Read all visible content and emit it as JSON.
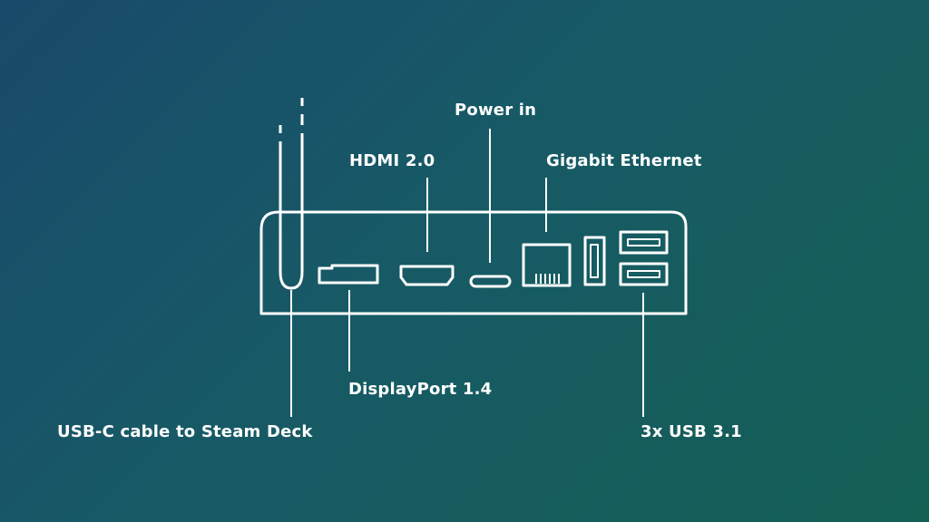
{
  "diagram": {
    "labels": {
      "usb_c_cable": "USB-C cable to Steam Deck",
      "hdmi": "HDMI 2.0",
      "power_in": "Power in",
      "gigabit_ethernet": "Gigabit Ethernet",
      "displayport": "DisplayPort 1.4",
      "usb": "3x USB 3.1"
    },
    "colors": {
      "line": "#ffffff",
      "background_start": "#1a4a6b",
      "background_end": "#145f54"
    }
  }
}
